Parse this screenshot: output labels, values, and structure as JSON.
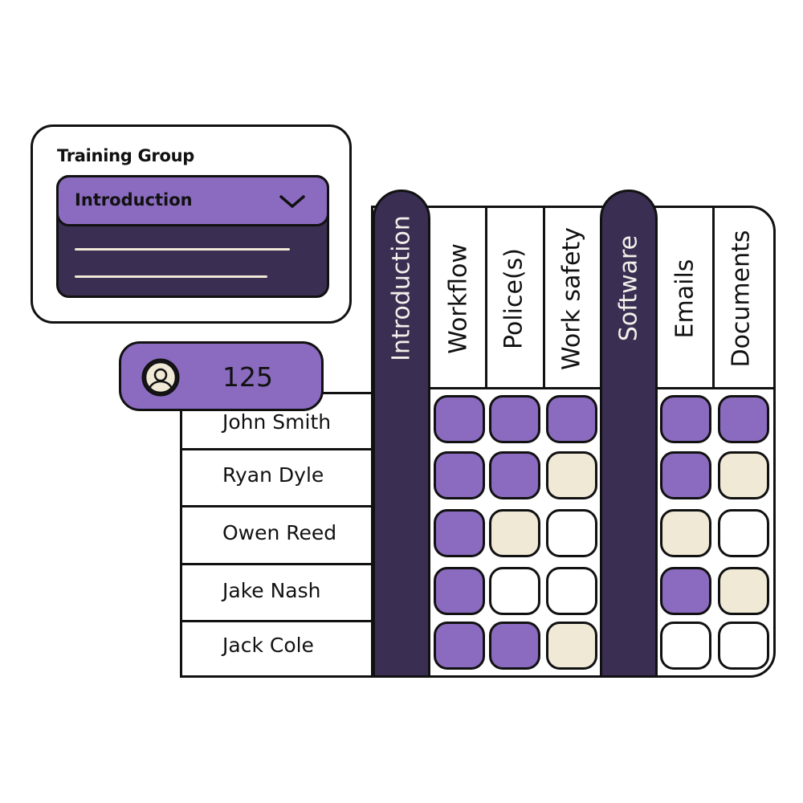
{
  "colors": {
    "done": "#8a6bbf",
    "in_progress": "#efe9d6",
    "not_started": "#ffffff",
    "group_bar": "#3a2e52"
  },
  "training_group": {
    "title": "Training Group",
    "selected": "Introduction",
    "toggle_icon": "chevron-down-icon"
  },
  "count_badge": {
    "icon": "user-avatar-icon",
    "value": "125"
  },
  "groups": [
    "Introduction",
    "Software"
  ],
  "columns": [
    "Workflow",
    "Police(s)",
    "Work safety",
    "Emails",
    "Documents"
  ],
  "rows": [
    {
      "name": "John Smith",
      "status": [
        "done",
        "done",
        "done",
        "done",
        "done"
      ]
    },
    {
      "name": "Ryan Dyle",
      "status": [
        "done",
        "done",
        "in_progress",
        "done",
        "in_progress"
      ]
    },
    {
      "name": "Owen Reed",
      "status": [
        "done",
        "in_progress",
        "not_started",
        "in_progress",
        "not_started"
      ]
    },
    {
      "name": "Jake Nash",
      "status": [
        "done",
        "not_started",
        "not_started",
        "done",
        "in_progress"
      ]
    },
    {
      "name": "Jack Cole",
      "status": [
        "done",
        "done",
        "in_progress",
        "not_started",
        "not_started"
      ]
    }
  ]
}
